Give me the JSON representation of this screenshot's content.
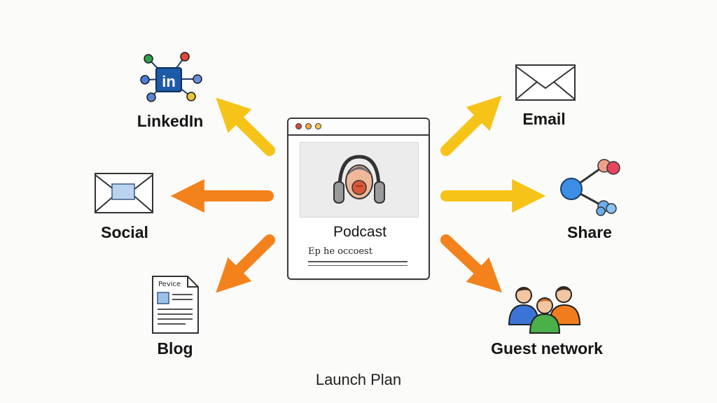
{
  "caption": "Launch Plan",
  "center": {
    "title": "Podcast",
    "subtitle": "Ep he occoest",
    "window_dots": [
      "#d94a3a",
      "#f2a93b",
      "#f2c84b"
    ]
  },
  "nodes": {
    "linkedin": {
      "label": "LinkedIn",
      "icon": "linkedin-network-icon",
      "logo_text": "in"
    },
    "social": {
      "label": "Social",
      "icon": "envelope-icon"
    },
    "blog": {
      "label": "Blog",
      "icon": "document-icon",
      "doc_title": "Pevice"
    },
    "email": {
      "label": "Email",
      "icon": "envelope-icon"
    },
    "share": {
      "label": "Share",
      "icon": "share-nodes-icon"
    },
    "guest_network": {
      "label": "Guest network",
      "icon": "people-group-icon"
    }
  },
  "colors": {
    "arrow_yellow": "#f6c418",
    "arrow_orange": "#f4821c",
    "linkedin_blue": "#1d5aa8",
    "share_blue": "#3d8fe6"
  }
}
